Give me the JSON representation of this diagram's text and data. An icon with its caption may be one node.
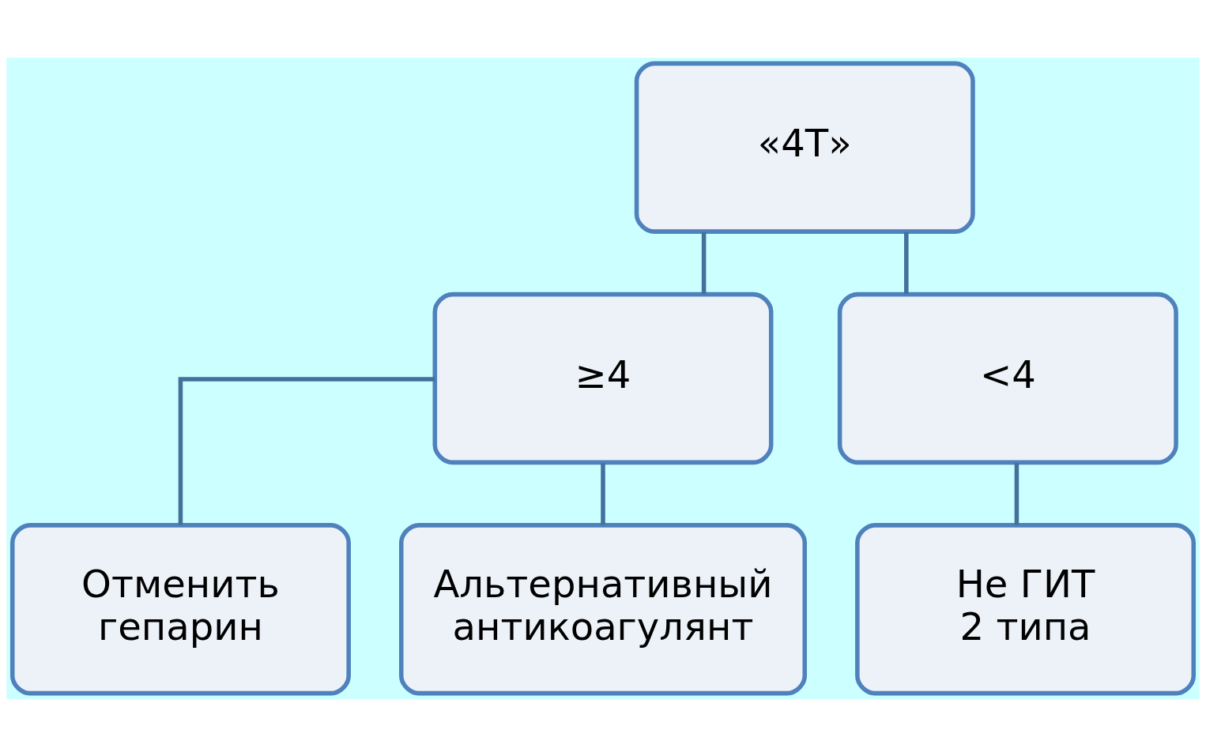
{
  "diagram": {
    "nodes": [
      {
        "text": [
          "«4Т»"
        ]
      },
      {
        "text": [
          "≥4"
        ]
      },
      {
        "text": [
          "<4"
        ]
      },
      {
        "text": [
          "Отменить гепарин"
        ]
      },
      {
        "text": [
          "Альтернативный антикоагулянт"
        ]
      },
      {
        "text": [
          "Не ГИТ 2 типа"
        ]
      }
    ],
    "edges": [
      {
        "from": 0,
        "to": 1,
        "arrow": "none"
      },
      {
        "from": 0,
        "to": 2,
        "arrow": "none"
      },
      {
        "from": 1,
        "to": 3,
        "arrow": "none"
      },
      {
        "from": 1,
        "to": 4,
        "arrow": "none"
      },
      {
        "from": 2,
        "to": 5,
        "arrow": "none"
      }
    ]
  }
}
